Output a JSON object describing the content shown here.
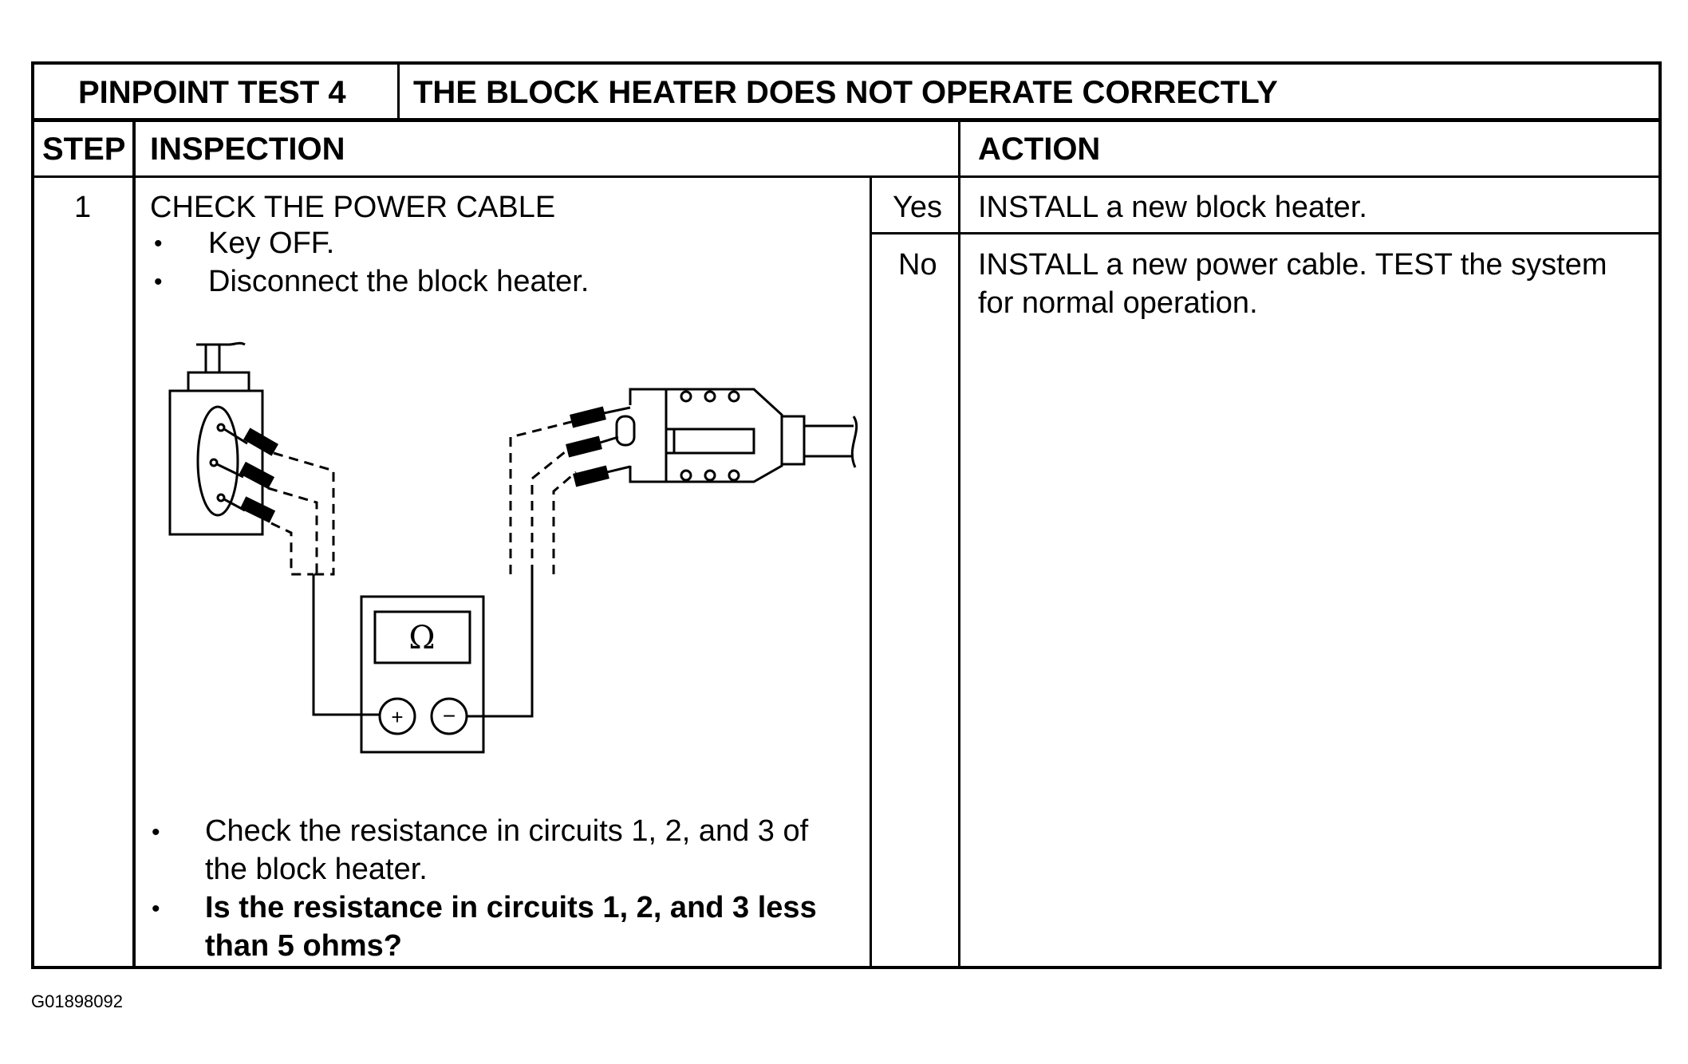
{
  "header": {
    "test_label": "PINPOINT TEST 4",
    "test_title": "THE BLOCK HEATER DOES NOT OPERATE CORRECTLY"
  },
  "columns": {
    "step": "STEP",
    "inspection": "INSPECTION",
    "action": "ACTION"
  },
  "step": {
    "number": "1",
    "title": "CHECK THE POWER CABLE",
    "bullets_top": [
      "Key OFF.",
      "Disconnect the block heater."
    ],
    "bullets_bottom_line1": "Check the resistance in circuits 1, 2, and 3 of",
    "bullets_bottom_line2": "the block heater.",
    "question_line1": "Is the resistance in circuits 1, 2, and 3 less",
    "question_line2": "than 5 ohms?"
  },
  "outcomes": [
    {
      "answer": "Yes",
      "action_line1": "INSTALL a new block heater.",
      "action_line2": ""
    },
    {
      "answer": "No",
      "action_line1": "INSTALL a new power cable.  TEST the system",
      "action_line2": "for normal operation."
    }
  ],
  "figure": {
    "meter_symbol": "Ω",
    "plus": "+",
    "minus": "−"
  },
  "footer": {
    "figure_id": "G01898092"
  }
}
